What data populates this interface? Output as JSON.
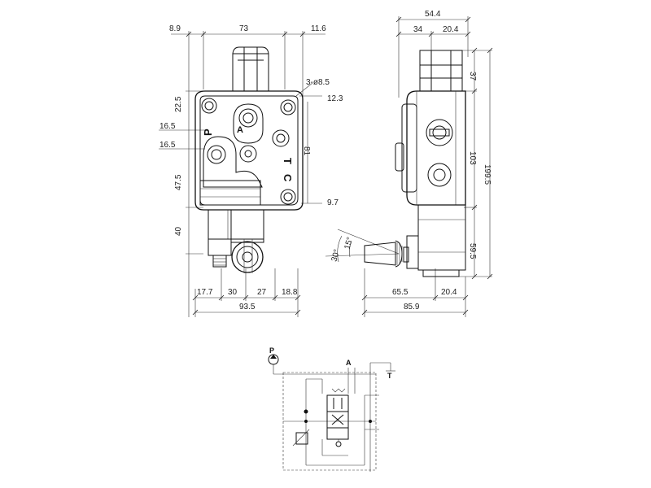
{
  "front_view": {
    "top_dims": [
      "8.9",
      "73",
      "11.6"
    ],
    "hole_callout": "3-ø8.5",
    "right_dims": [
      "12.3",
      "81",
      "9.7"
    ],
    "left_dims": [
      "22.5",
      "16.5",
      "16.5",
      "47.5",
      "40"
    ],
    "bottom_dims": [
      "17.7",
      "30",
      "27",
      "18.8"
    ],
    "overall_width": "93.5",
    "port_labels": {
      "p": "P",
      "a": "A",
      "t": "T",
      "c": "C"
    }
  },
  "side_view": {
    "top_overall": "54.4",
    "top_dims": [
      "34",
      "20.4"
    ],
    "right_dims": [
      "37",
      "103",
      "59.5"
    ],
    "overall_height": "199.5",
    "angles": [
      "30°",
      "15°"
    ],
    "bottom_dims": [
      "65.5",
      "20.4"
    ],
    "bottom_overall": "85.9"
  },
  "schematic": {
    "labels": {
      "p": "P",
      "a": "A",
      "t": "T"
    }
  }
}
